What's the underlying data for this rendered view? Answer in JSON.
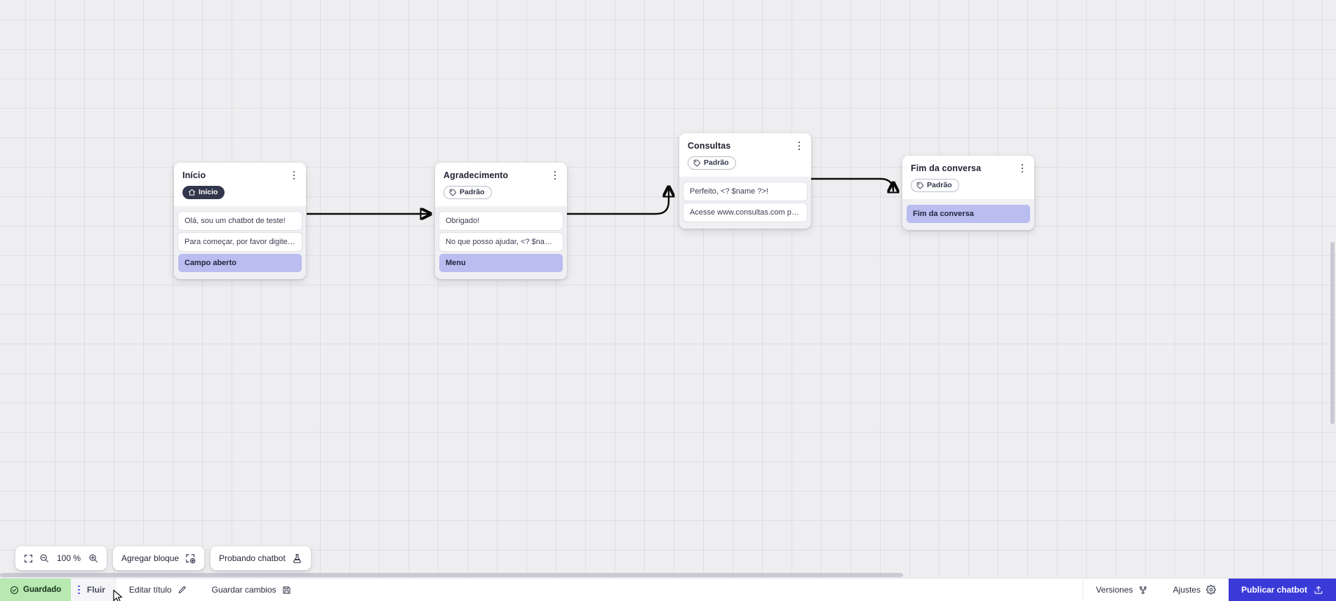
{
  "canvas": {
    "background_color": "#eeeef0",
    "grid_color": "#aaaab4",
    "edge_color": "#0a0a0a"
  },
  "nodes": [
    {
      "id": "inicio",
      "title": "Início",
      "badge": {
        "label": "Início",
        "icon": "home-icon",
        "style": "start",
        "color": "#33374d"
      },
      "messages": [
        {
          "text": "Olá, sou um chatbot de teste!",
          "accent": false
        },
        {
          "text": "Para começar, por favor digite o ...",
          "accent": false
        },
        {
          "text": "Campo aberto",
          "accent": true
        }
      ]
    },
    {
      "id": "agradecimento",
      "title": "Agradecimento",
      "badge": {
        "label": "Padrão",
        "icon": "tag-icon",
        "style": "default",
        "color": "#b9bcc9"
      },
      "messages": [
        {
          "text": "Obrigado!",
          "accent": false
        },
        {
          "text": "No que posso ajudar, <? $name ...",
          "accent": false
        },
        {
          "text": "Menu",
          "accent": true
        }
      ]
    },
    {
      "id": "consultas",
      "title": "Consultas",
      "badge": {
        "label": "Padrão",
        "icon": "tag-icon",
        "style": "default",
        "color": "#b9bcc9"
      },
      "messages": [
        {
          "text": "Perfeito, <? $name ?>!",
          "accent": false
        },
        {
          "text": "Acesse www.consultas.com par...",
          "accent": false
        }
      ]
    },
    {
      "id": "fim",
      "title": "Fim da conversa",
      "badge": {
        "label": "Padrão",
        "icon": "tag-icon",
        "style": "default",
        "color": "#b9bcc9"
      },
      "messages": [
        {
          "text": "Fim da conversa",
          "accent": true
        }
      ]
    }
  ],
  "toolbar": {
    "fit_icon": "fit-screen-icon",
    "zoom_out_icon": "zoom-out-icon",
    "zoom_level": "100 %",
    "zoom_in_icon": "zoom-in-icon",
    "add_block_label": "Agregar bloque",
    "add_block_icon": "add-block-icon",
    "test_chatbot_label": "Probando chatbot",
    "test_chatbot_icon": "flask-icon"
  },
  "statusbar": {
    "saved_label": "Guardado",
    "saved_icon": "check-circle-icon",
    "saved_color": "#b7e9b0",
    "flow_tab_label": "Fluir",
    "flow_tab_icon": "vertical-dots-icon",
    "edit_title_label": "Editar título",
    "edit_title_icon": "pencil-icon",
    "save_changes_label": "Guardar cambios",
    "save_changes_icon": "floppy-icon",
    "versions_label": "Versiones",
    "versions_icon": "branch-icon",
    "settings_label": "Ajustes",
    "settings_icon": "gear-icon",
    "publish_label": "Publicar chatbot",
    "publish_icon": "upload-icon",
    "publish_color": "#3a3ad8"
  }
}
